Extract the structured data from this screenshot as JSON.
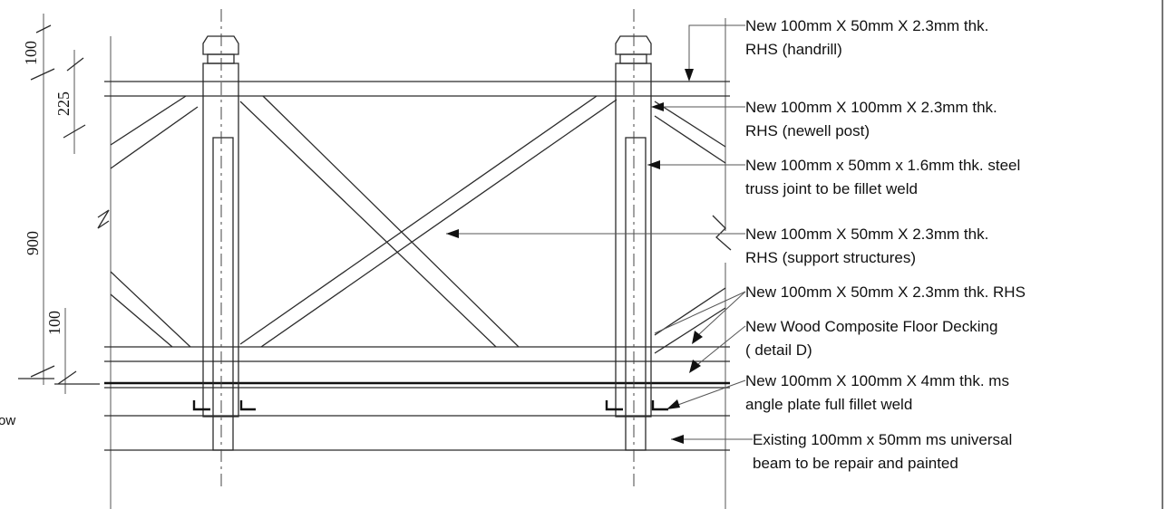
{
  "dimensions": {
    "top": "100",
    "second": "225",
    "height": "900",
    "bottom": "100"
  },
  "notes": [
    {
      "lines": [
        "New 100mm X 50mm X 2.3mm thk.",
        "RHS (handrill)"
      ]
    },
    {
      "lines": [
        "New 100mm X 100mm X 2.3mm thk.",
        "RHS (newell post)"
      ]
    },
    {
      "lines": [
        "New 100mm x 50mm x 1.6mm thk. steel",
        "truss joint to be fillet weld"
      ]
    },
    {
      "lines": [
        "New 100mm X 50mm X 2.3mm thk.",
        "RHS (support structures)"
      ]
    },
    {
      "lines": [
        "New 100mm X 50mm X 2.3mm thk. RHS"
      ]
    },
    {
      "lines": [
        "New Wood Composite Floor Decking",
        "( detail D)"
      ]
    },
    {
      "lines": [
        "New 100mm X 100mm X 4mm thk. ms",
        "angle plate full fillet weld"
      ]
    },
    {
      "lines": [
        "Existing 100mm x 50mm ms universal",
        "beam to be repair and painted"
      ]
    }
  ],
  "fragments": {
    "left_edge": "ow"
  }
}
